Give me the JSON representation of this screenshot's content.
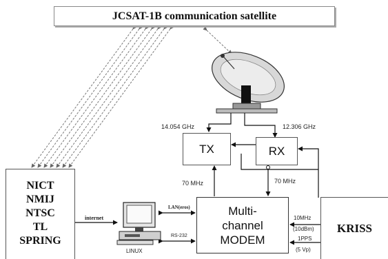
{
  "satellite": {
    "label": "JCSAT-1B communication satellite"
  },
  "left_station": {
    "lines": [
      "NICT",
      "NMIJ",
      "NTSC",
      "TL",
      "SPRING"
    ]
  },
  "right_station": {
    "label": "KRISS"
  },
  "tx": {
    "label": "TX",
    "freq": "14.054 GHz"
  },
  "rx": {
    "label": "RX",
    "freq": "12.306 GHz"
  },
  "modem": {
    "line1": "Multi-",
    "line2": "channel",
    "line3": "MODEM"
  },
  "links": {
    "tx_if": "70 MHz",
    "rx_if": "70 MHz",
    "internet": "internet",
    "lan": "LAN(eros)",
    "rs232": "RS-232",
    "ref_freq": "10MHz",
    "ref_level": "(10dBm)",
    "pps": "1PPS",
    "pps_level": "(5 Vp)"
  },
  "pc": {
    "label": "LINUX"
  },
  "icons": {
    "dish": "satellite-dish-icon",
    "computer": "computer-icon"
  }
}
